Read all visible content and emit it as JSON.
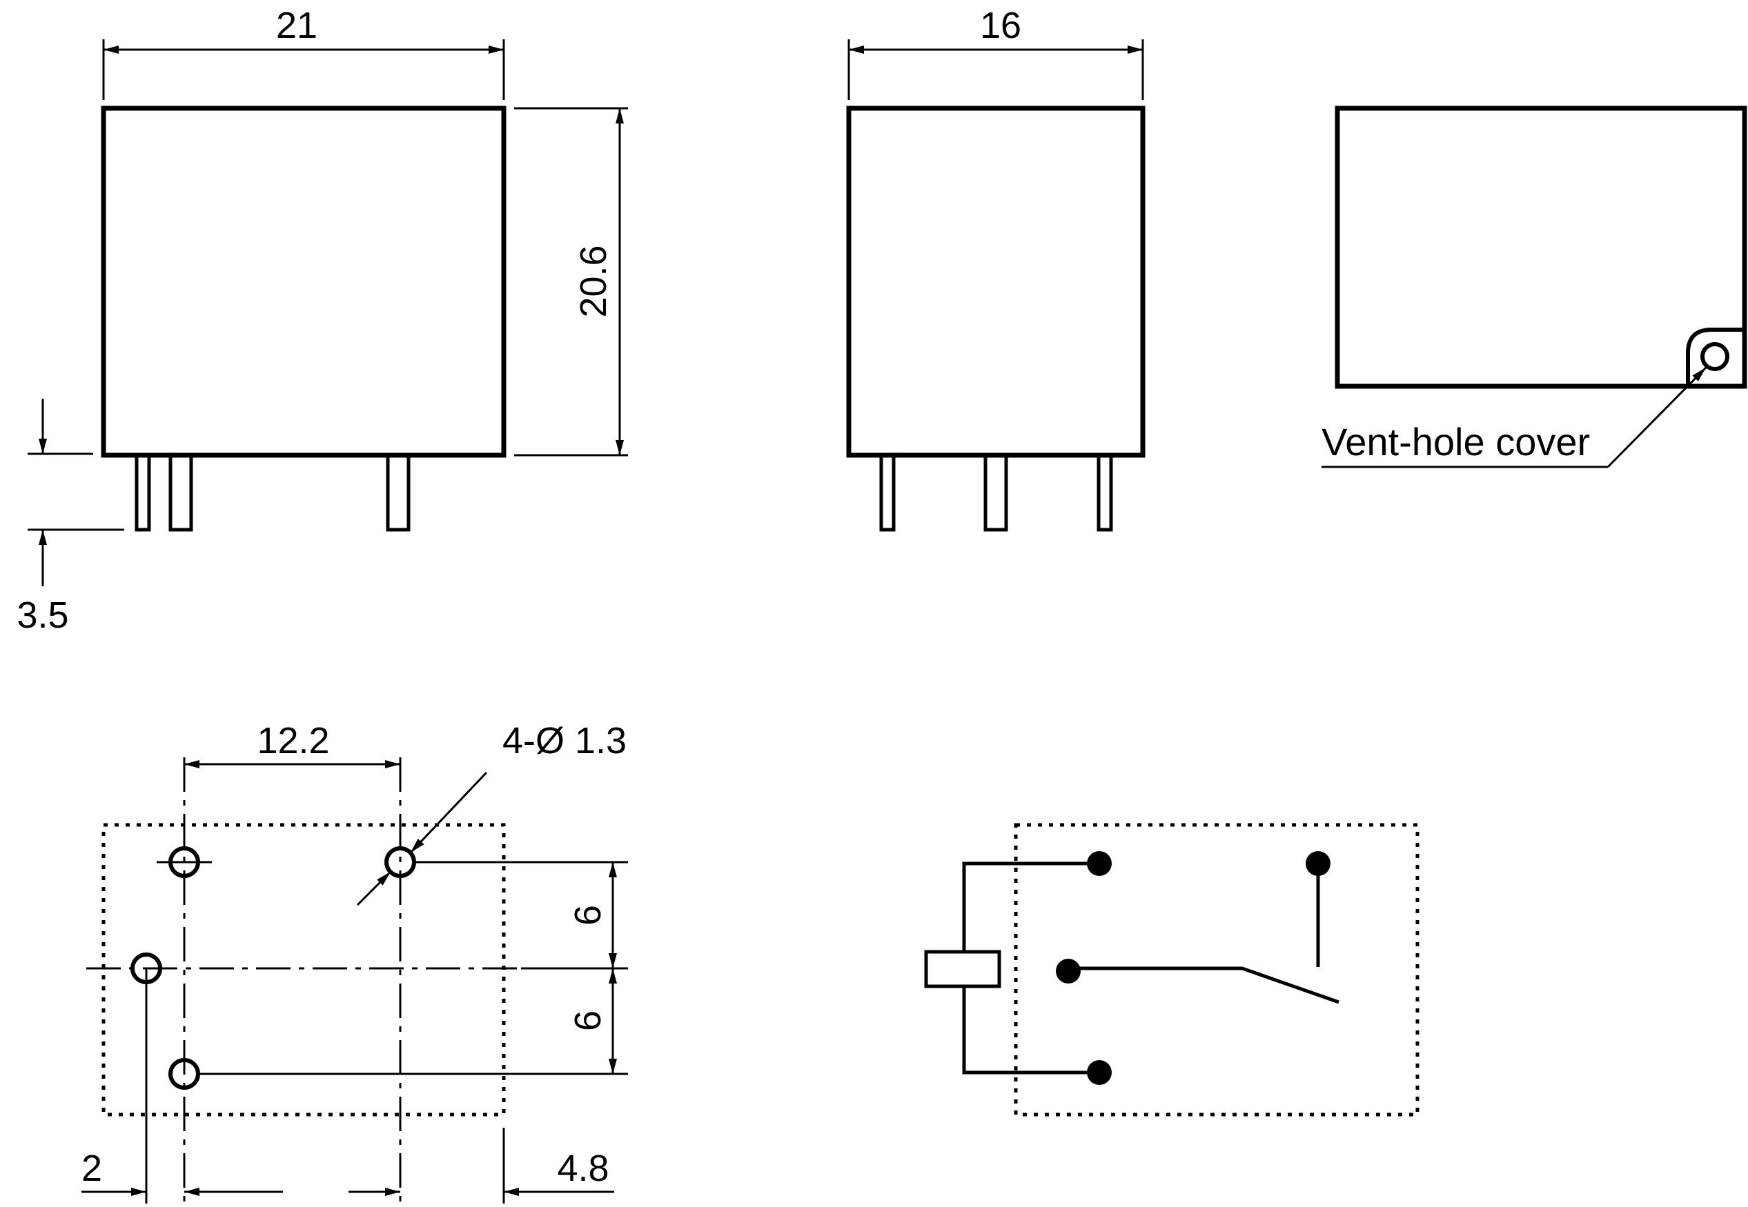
{
  "dimensions": {
    "front_width": "21",
    "front_height": "20.6",
    "pin_length": "3.5",
    "side_width": "16",
    "pin_pitch_x": "12.2",
    "hole_spec": "4-Ø 1.3",
    "pin_pitch_y1": "6",
    "pin_pitch_y2": "6",
    "left_offset": "2",
    "right_offset": "4.8"
  },
  "labels": {
    "vent_hole_cover": "Vent-hole cover"
  },
  "style": {
    "line_color": "#000000",
    "background": "#ffffff"
  }
}
